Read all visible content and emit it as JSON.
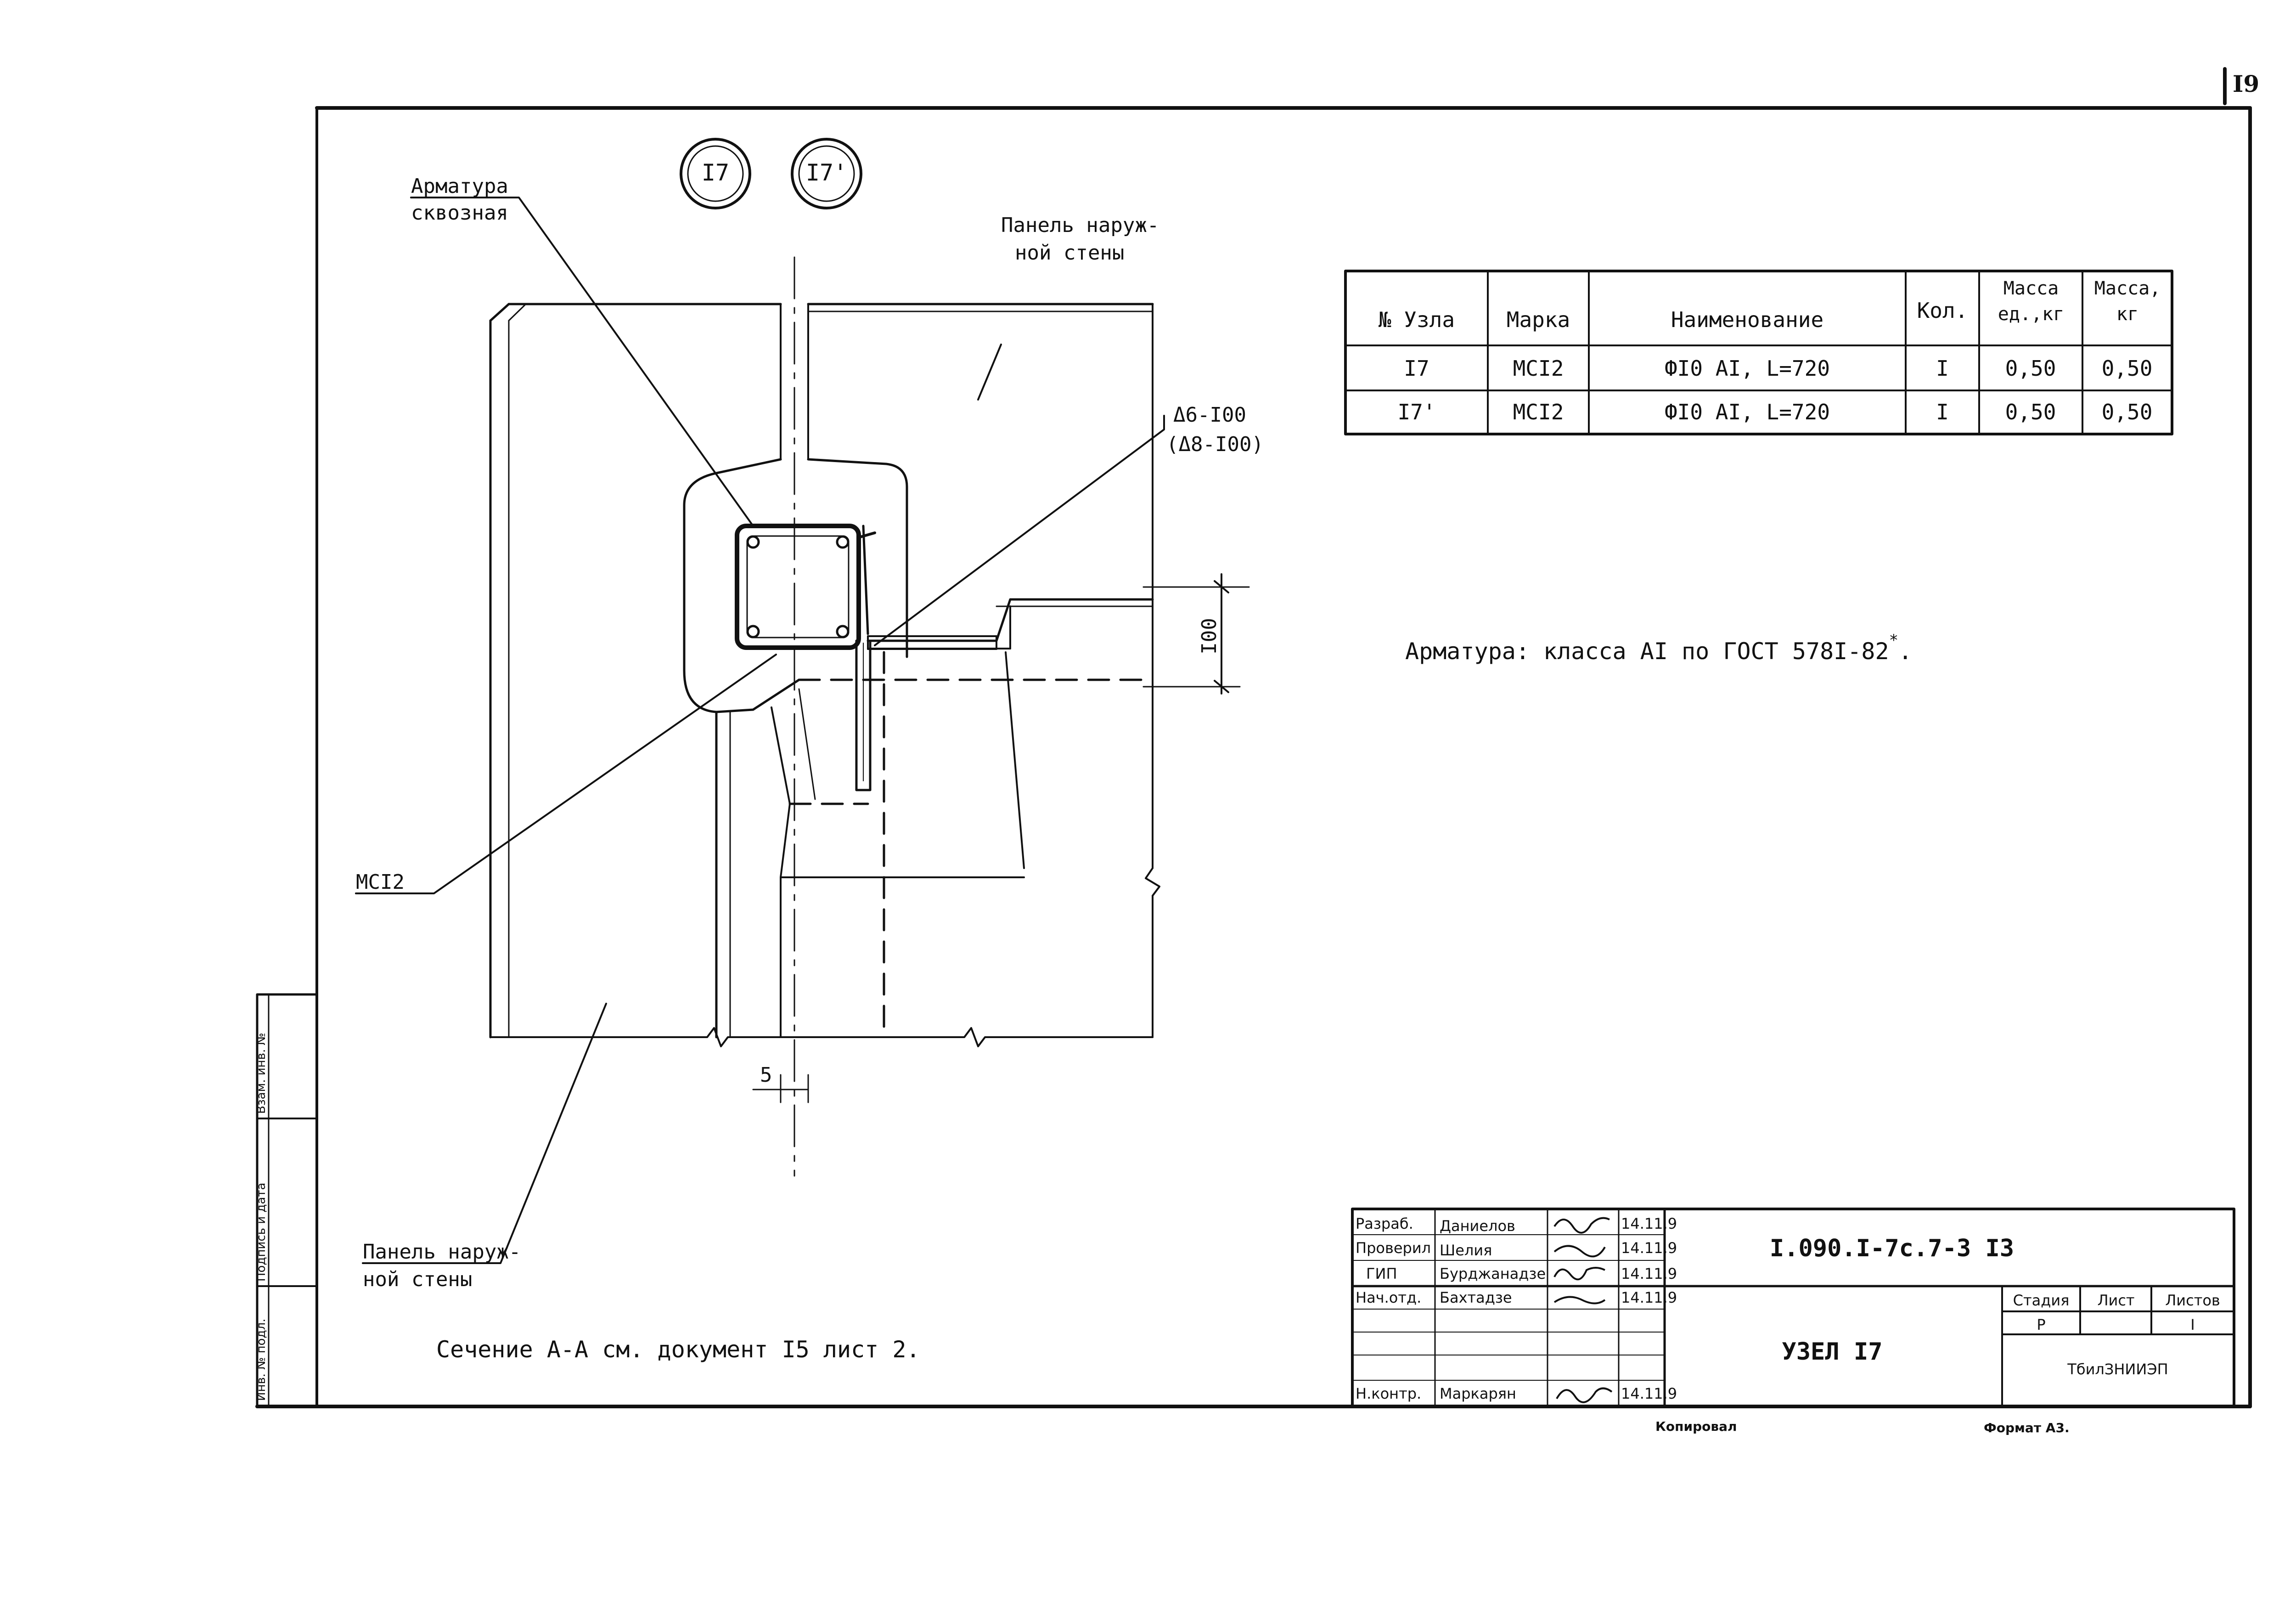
{
  "sheet_number": "I9",
  "node_markers": [
    "I7",
    "I7'"
  ],
  "drawing": {
    "label_rebar_through": [
      "Арматура",
      "сквозная"
    ],
    "label_panel_top": [
      "Панель наруж-",
      "ной стены"
    ],
    "label_panel_bottom": [
      "Панель наруж-",
      "ной стены"
    ],
    "label_mesh": "МСI2",
    "label_weld_1": "Δ6-I00",
    "label_weld_2": "(Δ8-I00)",
    "dim_100": "I00",
    "dim_5": "5",
    "section_note": "Сечение А-А см. документ I5 лист 2.",
    "rebar_note": "Арматура: класса АI по ГОСТ 578I-82",
    "rebar_note_sup": "*",
    "rebar_note_end": "."
  },
  "spec_table": {
    "headers": [
      "№ Узла",
      "Марка",
      "Наименование",
      "Кол.",
      "Масса ед.,кг",
      "Масса, кг"
    ],
    "rows": [
      [
        "I7",
        "МСI2",
        "ФI0 АI, L=720",
        "I",
        "0,50",
        "0,50"
      ],
      [
        "I7'",
        "МСI2",
        "ФI0 АI, L=720",
        "I",
        "0,50",
        "0,50"
      ]
    ]
  },
  "stamp": {
    "roles": [
      {
        "role": "Разраб.",
        "name": "Даниелов",
        "date": "14.11.9"
      },
      {
        "role": "Проверил",
        "name": "Шелия",
        "date": "14.11.9"
      },
      {
        "role": "ГИП",
        "name": "Бурджанадзе",
        "date": "14.11.9"
      },
      {
        "role": "Нач.отд.",
        "name": "Бахтадзе",
        "date": "14.11.9"
      },
      {
        "role": "",
        "name": "",
        "date": ""
      },
      {
        "role": "",
        "name": "",
        "date": ""
      },
      {
        "role": "Н.контр.",
        "name": "Маркарян",
        "date": "14.11.9"
      }
    ],
    "doc_code": "I.090.I-7с.7-3 I3",
    "node_title": "УЗЕЛ I7",
    "stage_header": "Стадия",
    "sheet_header": "Лист",
    "sheets_header": "Листов",
    "stage_value": "Р",
    "sheet_value": "",
    "sheets_value": "I",
    "organization": "ТбилЗНИИЭП"
  },
  "side_stamp": [
    "Инв. № подл.",
    "Подпись и дата",
    "Взам. инв. №"
  ],
  "footer": {
    "copied": "Копировал",
    "format": "Формат А3."
  }
}
